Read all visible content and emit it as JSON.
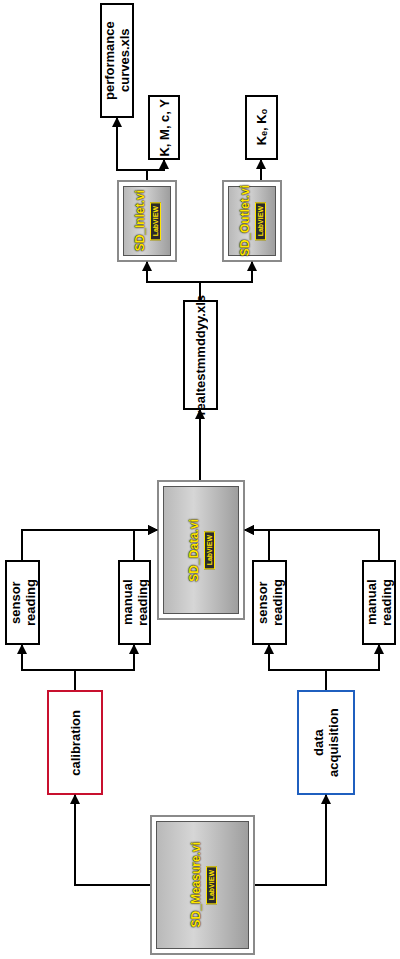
{
  "diagram": {
    "nodes": [
      {
        "text": [
          "SD_Measure.vi",
          "LabVIEW"
        ]
      },
      {
        "text": [
          "calibration"
        ]
      },
      {
        "text": [
          "data acquisition"
        ]
      },
      {
        "text": [
          "sensor reading"
        ]
      },
      {
        "text": [
          "manual reading"
        ]
      },
      {
        "text": [
          "sensor reading"
        ]
      },
      {
        "text": [
          "manual reading"
        ]
      },
      {
        "text": [
          "SD_Data.vi",
          "LabVIEW"
        ]
      },
      {
        "text": [
          "realtestmmddyy.xls"
        ]
      },
      {
        "text": [
          "SD_Inlet.vi",
          "LabVIEW"
        ]
      },
      {
        "text": [
          "SD_Outlet.vi",
          "LabVIEW"
        ]
      },
      {
        "text": [
          "performance curves.xls"
        ]
      },
      {
        "text": [
          "K, M, c, Y"
        ]
      },
      {
        "text": [
          "Kₑ, Kₒ"
        ]
      }
    ],
    "edges": [
      {
        "from": 0,
        "to": 1,
        "arrow": "to"
      },
      {
        "from": 0,
        "to": 2,
        "arrow": "to"
      },
      {
        "from": 1,
        "to": 3,
        "arrow": "to"
      },
      {
        "from": 1,
        "to": 4,
        "arrow": "to"
      },
      {
        "from": 2,
        "to": 5,
        "arrow": "to"
      },
      {
        "from": 2,
        "to": 6,
        "arrow": "to"
      },
      {
        "from": 3,
        "to": 7,
        "arrow": "to"
      },
      {
        "from": 4,
        "to": 7,
        "arrow": "to"
      },
      {
        "from": 5,
        "to": 7,
        "arrow": "to"
      },
      {
        "from": 6,
        "to": 7,
        "arrow": "to"
      },
      {
        "from": 7,
        "to": 8,
        "arrow": "to"
      },
      {
        "from": 8,
        "to": 9,
        "arrow": "to"
      },
      {
        "from": 8,
        "to": 10,
        "arrow": "to"
      },
      {
        "from": 9,
        "to": 11,
        "arrow": "to"
      },
      {
        "from": 9,
        "to": 12,
        "arrow": "to"
      },
      {
        "from": 10,
        "to": 13,
        "arrow": "to"
      }
    ]
  }
}
